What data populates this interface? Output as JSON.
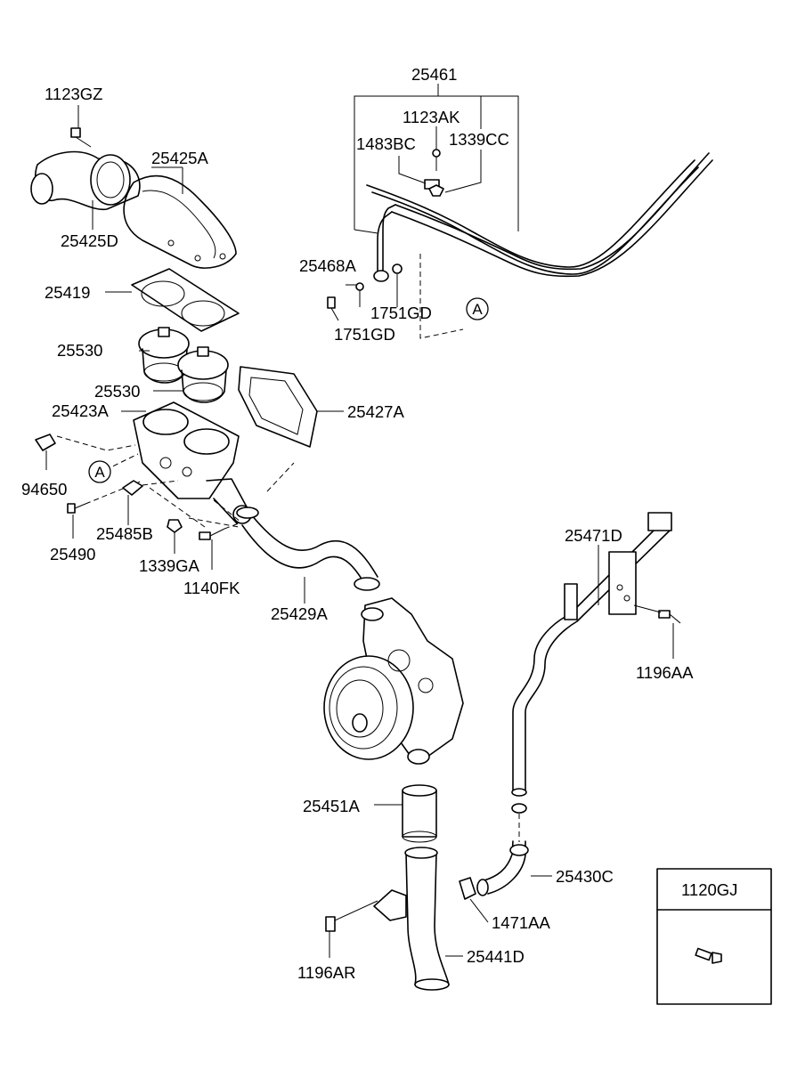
{
  "labels": {
    "p25461": "25461",
    "p1123GZ": "1123GZ",
    "p1123AK": "1123AK",
    "p1483BC": "1483BC",
    "p1339CC": "1339CC",
    "p25425A": "25425A",
    "p25425D": "25425D",
    "p25419": "25419",
    "p25468A": "25468A",
    "p1751GD_a": "1751GD",
    "p1751GD_b": "1751GD",
    "p25530_a": "25530",
    "p25530_b": "25530",
    "p25423A": "25423A",
    "p25427A": "25427A",
    "p94650": "94650",
    "p25490": "25490",
    "p25485B": "25485B",
    "p1339GA": "1339GA",
    "p1140FK": "1140FK",
    "p25429A": "25429A",
    "p25471D": "25471D",
    "p1196AA": "1196AA",
    "p25451A": "25451A",
    "p25430C": "25430C",
    "p1471AA": "1471AA",
    "p1196AR": "1196AR",
    "p25441D": "25441D",
    "legend_1120GJ": "1120GJ"
  },
  "refs": {
    "circle_a_top": "A",
    "circle_a_left": "A"
  }
}
